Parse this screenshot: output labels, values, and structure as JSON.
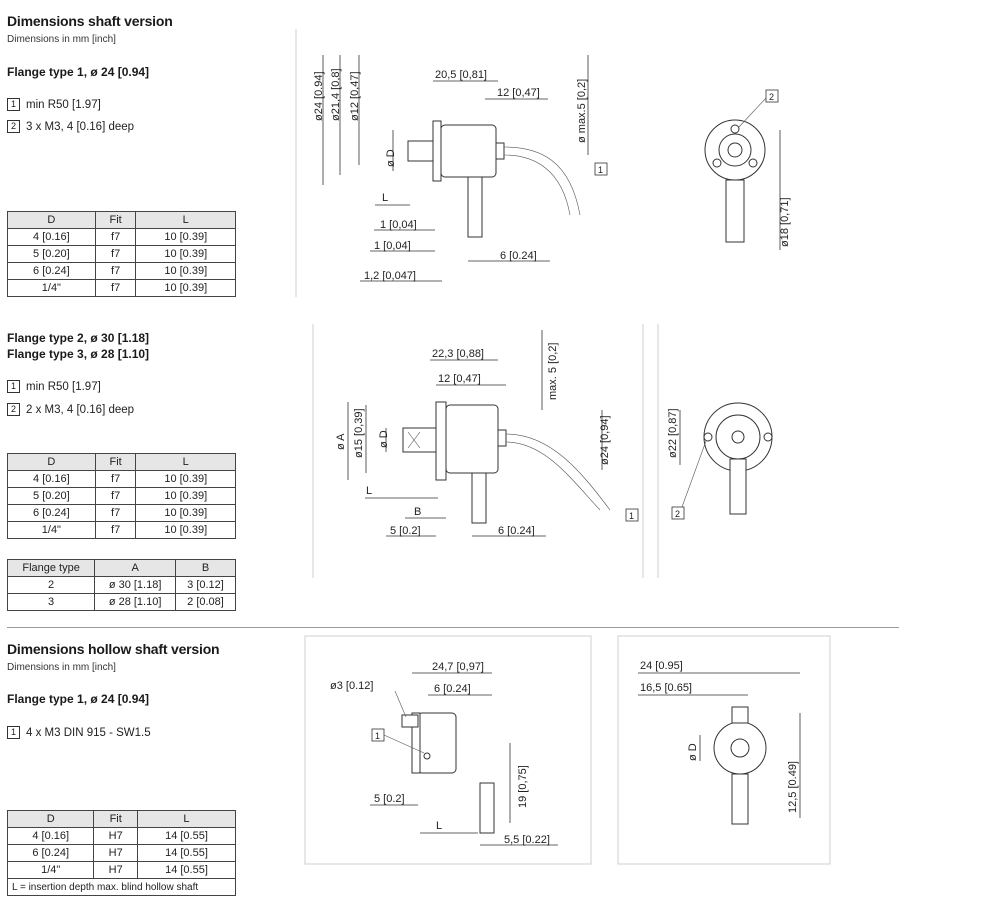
{
  "shaft": {
    "title": "Dimensions shaft version",
    "subtitle": "Dimensions in mm [inch]",
    "flange1": {
      "title": "Flange type 1, ø 24 [0.94]",
      "notes": [
        {
          "num": "1",
          "text": "min R50 [1.97]"
        },
        {
          "num": "2",
          "text": "3 x M3, 4 [0.16] deep"
        }
      ],
      "table": {
        "headers": [
          "D",
          "Fit",
          "L"
        ],
        "rows": [
          [
            "4 [0.16]",
            "f7",
            "10 [0.39]"
          ],
          [
            "5 [0.20]",
            "f7",
            "10 [0.39]"
          ],
          [
            "6 [0.24]",
            "f7",
            "10 [0.39]"
          ],
          [
            "1/4\"",
            "f7",
            "10 [0.39]"
          ]
        ]
      },
      "dims": {
        "d24": "ø24 [0.94]",
        "d214": "ø21,4 [0,8]",
        "d12": "ø12 [0,47]",
        "dD": "ø D",
        "w205": "20,5 [0,81]",
        "w12": "12 [0,47]",
        "max5": "ø max.5 [0,2]",
        "L": "L",
        "w1a": "1 [0,04]",
        "w1b": "1 [0,04]",
        "w12b": "1,2 [0,047]",
        "w6": "6 [0.24]",
        "d18": "ø18 [0,71]",
        "n1": "1",
        "n2": "2"
      }
    },
    "flange23": {
      "title2": "Flange type 2, ø 30 [1.18]",
      "title3": "Flange type 3, ø 28 [1.10]",
      "notes": [
        {
          "num": "1",
          "text": "min R50 [1.97]"
        },
        {
          "num": "2",
          "text": "2 x M3, 4 [0.16] deep"
        }
      ],
      "table": {
        "headers": [
          "D",
          "Fit",
          "L"
        ],
        "rows": [
          [
            "4 [0.16]",
            "f7",
            "10 [0.39]"
          ],
          [
            "5 [0.20]",
            "f7",
            "10 [0.39]"
          ],
          [
            "6 [0.24]",
            "f7",
            "10 [0.39]"
          ],
          [
            "1/4\"",
            "f7",
            "10 [0.39]"
          ]
        ]
      },
      "flange_table": {
        "headers": [
          "Flange type",
          "A",
          "B"
        ],
        "rows": [
          [
            "2",
            "ø 30 [1.18]",
            "3 [0.12]"
          ],
          [
            "3",
            "ø 28 [1.10]",
            "2 [0.08]"
          ]
        ]
      },
      "dims": {
        "w223": "22,3 [0,88]",
        "w12": "12 [0,47]",
        "max5": "max. 5 [0,2]",
        "dA": "ø A",
        "d15": "ø15 [0,39]",
        "dD": "ø D",
        "d24": "ø24 [0,94]",
        "L": "L",
        "B": "B",
        "w5": "5 [0.2]",
        "w6": "6 [0.24]",
        "d22": "ø22 [0,87]",
        "n1": "1",
        "n2": "2"
      }
    }
  },
  "hollow": {
    "title": "Dimensions hollow shaft version",
    "subtitle": "Dimensions in mm [inch]",
    "flange1": {
      "title": "Flange type 1, ø 24 [0.94]",
      "notes": [
        {
          "num": "1",
          "text": "4 x M3 DIN 915 - SW1.5"
        }
      ],
      "table": {
        "headers": [
          "D",
          "Fit",
          "L"
        ],
        "rows": [
          [
            "4 [0.16]",
            "H7",
            "14 [0.55]"
          ],
          [
            "6 [0.24]",
            "H7",
            "14 [0.55]"
          ],
          [
            "1/4\"",
            "H7",
            "14 [0.55]"
          ]
        ],
        "footnote": "L = insertion depth max. blind hollow shaft"
      },
      "dims": {
        "d3": "ø3 [0.12]",
        "w247": "24,7 [0,97]",
        "w6": "6 [0.24]",
        "w5": "5 [0.2]",
        "h19": "19 [0,75]",
        "L": "L",
        "w55": "5,5 [0.22]",
        "w24": "24 [0.95]",
        "w165": "16,5 [0.65]",
        "dD": "ø D",
        "h125": "12,5 [0.49]",
        "n1": "1"
      }
    }
  }
}
